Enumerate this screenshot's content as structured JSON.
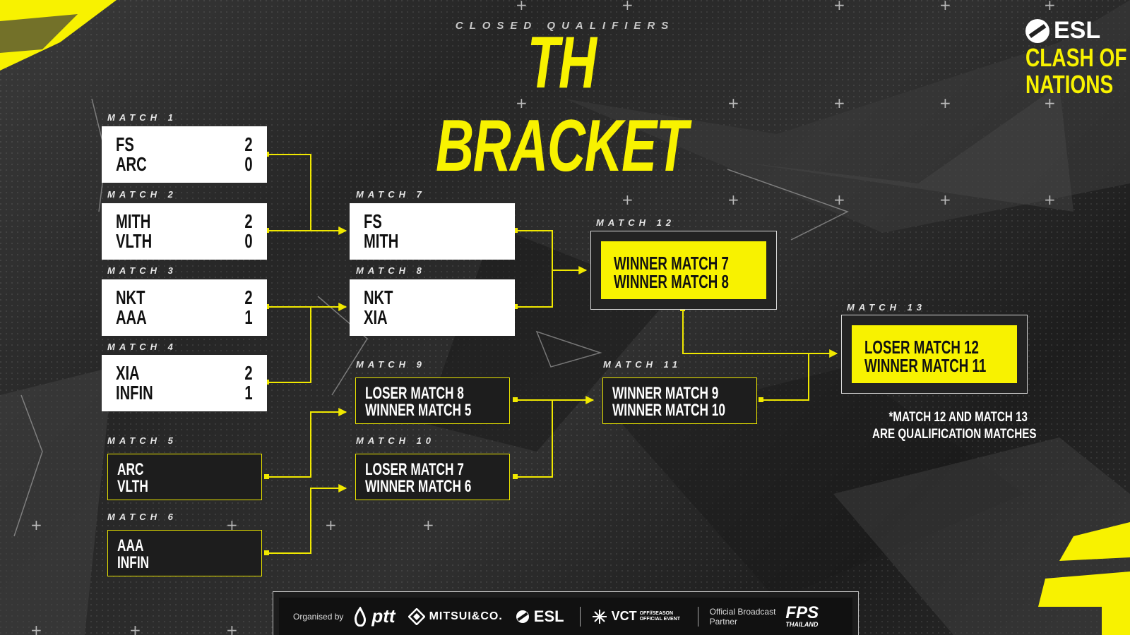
{
  "header": {
    "subtitle": "CLOSED QUALIFIERS",
    "title": "TH BRACKET"
  },
  "brand": {
    "esl": "ESL",
    "line1": "CLASH OF",
    "line2": "NATIONS"
  },
  "colors": {
    "accent": "#f8f200",
    "background": "#262626",
    "card_white": "#ffffff",
    "card_dark": "#1d1d1d"
  },
  "matches": {
    "m1": {
      "label": "MATCH 1",
      "team1": "FS",
      "score1": "2",
      "team2": "ARC",
      "score2": "0"
    },
    "m2": {
      "label": "MATCH 2",
      "team1": "MITH",
      "score1": "2",
      "team2": "VLTH",
      "score2": "0"
    },
    "m3": {
      "label": "MATCH 3",
      "team1": "NKT",
      "score1": "2",
      "team2": "AAA",
      "score2": "1"
    },
    "m4": {
      "label": "MATCH 4",
      "team1": "XIA",
      "score1": "2",
      "team2": "INFIN",
      "score2": "1"
    },
    "m5": {
      "label": "MATCH 5",
      "team1": "ARC",
      "team2": "VLTH"
    },
    "m6": {
      "label": "MATCH 6",
      "team1": "AAA",
      "team2": "INFIN"
    },
    "m7": {
      "label": "MATCH 7",
      "team1": "FS",
      "team2": "MITH"
    },
    "m8": {
      "label": "MATCH 8",
      "team1": "NKT",
      "team2": "XIA"
    },
    "m9": {
      "label": "MATCH 9",
      "team1": "LOSER MATCH 8",
      "team2": "WINNER MATCH 5"
    },
    "m10": {
      "label": "MATCH 10",
      "team1": "LOSER MATCH 7",
      "team2": "WINNER MATCH 6"
    },
    "m11": {
      "label": "MATCH 11",
      "team1": "WINNER MATCH 9",
      "team2": "WINNER MATCH 10"
    },
    "m12": {
      "label": "MATCH 12",
      "team1": "WINNER MATCH 7",
      "team2": "WINNER MATCH 8"
    },
    "m13": {
      "label": "MATCH 13",
      "team1": "LOSER MATCH 12",
      "team2": "WINNER MATCH 11"
    }
  },
  "note": {
    "line1": "*MATCH 12 AND MATCH 13",
    "line2": "ARE QUALIFICATION MATCHES"
  },
  "footer": {
    "organised_by": "Organised by",
    "ptt": "ptt",
    "mitsui": "MITSUI&CO.",
    "esl": "ESL",
    "vct": "VCT",
    "vct_sub": "OFF//SEASON OFFICIAL EVENT",
    "partner_line1": "Official Broadcast",
    "partner_line2": "Partner",
    "fps": "FPS",
    "fps_sub": "THAILAND"
  }
}
